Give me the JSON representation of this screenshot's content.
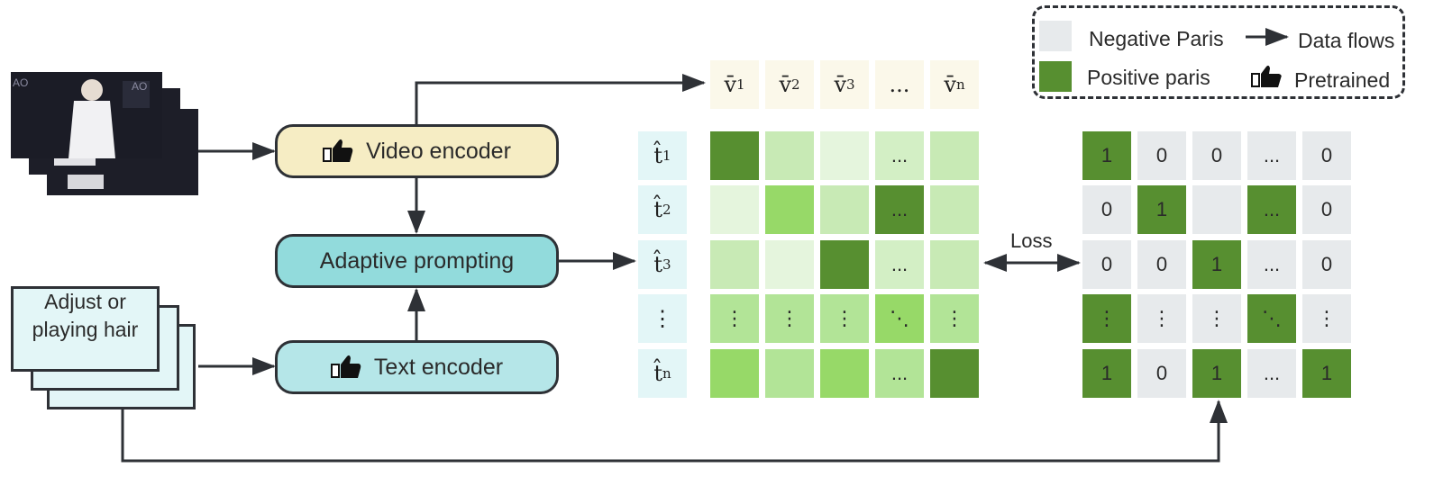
{
  "legend": {
    "negative_label": "Negative Paris",
    "positive_label": "Positive paris",
    "dataflow_label": "Data flows",
    "pretrained_label": "Pretrained",
    "negative_color": "#e7eaec",
    "positive_color": "#578f30"
  },
  "modules": {
    "video_encoder": "Video encoder",
    "adaptive_prompting": "Adaptive prompting",
    "text_encoder": "Text encoder"
  },
  "text_input": "Adjust or playing hair",
  "loss_label": "Loss",
  "video_tokens": [
    {
      "base": "v̄",
      "sub": "1"
    },
    {
      "base": "v̄",
      "sub": "2"
    },
    {
      "base": "v̄",
      "sub": "3"
    },
    {
      "base": "...",
      "sub": ""
    },
    {
      "base": "v̄",
      "sub": "n"
    }
  ],
  "text_tokens": [
    {
      "base": "t̂",
      "sub": "1"
    },
    {
      "base": "t̂",
      "sub": "2"
    },
    {
      "base": "t̂",
      "sub": "3"
    },
    {
      "base": "⋮",
      "sub": ""
    },
    {
      "base": "t̂",
      "sub": "n"
    }
  ],
  "similarity_matrix": {
    "text": [
      [
        "",
        "",
        "",
        "...",
        ""
      ],
      [
        "",
        "",
        "",
        "...",
        ""
      ],
      [
        "",
        "",
        "",
        "...",
        ""
      ],
      [
        "⋮",
        "⋮",
        "⋮",
        "⋱",
        "⋮"
      ],
      [
        "",
        "",
        "",
        "...",
        ""
      ]
    ],
    "colors": [
      [
        "#578f30",
        "#c8eab5",
        "#e5f5dd",
        "#d3efc5",
        "#c8eab5"
      ],
      [
        "#e5f5dd",
        "#97d968",
        "#c8eab5",
        "#578f30",
        "#c8eab5"
      ],
      [
        "#c8eab5",
        "#e5f5dd",
        "#578f30",
        "#d3efc5",
        "#c8eab5"
      ],
      [
        "#b2e497",
        "#b2e497",
        "#b2e497",
        "#97d968",
        "#b2e497"
      ],
      [
        "#97d968",
        "#b2e497",
        "#97d968",
        "#b2e497",
        "#578f30"
      ]
    ]
  },
  "target_matrix": {
    "text": [
      [
        "1",
        "0",
        "0",
        "...",
        "0"
      ],
      [
        "0",
        "1",
        "",
        "...",
        "0"
      ],
      [
        "0",
        "0",
        "1",
        "...",
        "0"
      ],
      [
        "⋮",
        "⋮",
        "⋮",
        "⋱",
        "⋮"
      ],
      [
        "1",
        "0",
        "1",
        "...",
        "1"
      ]
    ],
    "positive": [
      [
        1,
        0,
        0,
        0,
        0
      ],
      [
        0,
        1,
        0,
        1,
        0
      ],
      [
        0,
        0,
        1,
        0,
        0
      ],
      [
        1,
        0,
        0,
        1,
        0
      ],
      [
        1,
        0,
        1,
        0,
        1
      ]
    ]
  }
}
